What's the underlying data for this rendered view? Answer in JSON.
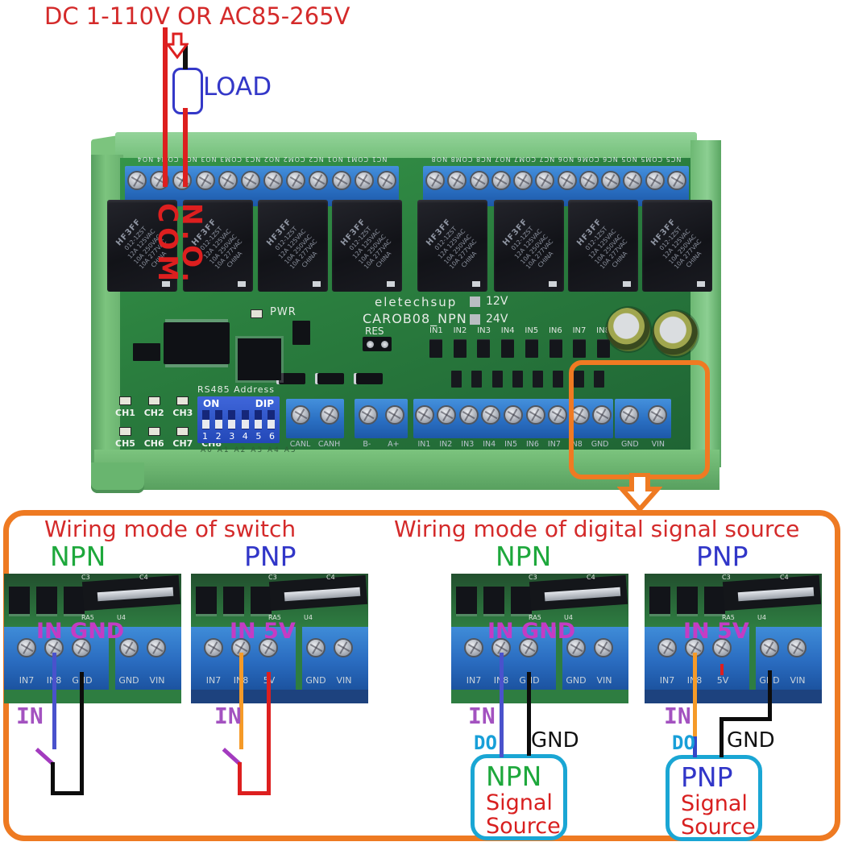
{
  "top": {
    "supply_label": "DC 1-110V OR AC85-265V",
    "load_label": "LOAD",
    "com_label": "COM",
    "no_label": "N.O."
  },
  "board": {
    "brand": "eletechsup",
    "model": "CAROB08_NPN",
    "voltage_options": [
      "12V",
      "24V"
    ],
    "pwr_label": "PWR",
    "res_label": "RES",
    "top_terminal_silk_left": "NC1 COM1 NO1 NC2 COM2 NO2 NC3 COM3 NO3 NC4 COM4 NO4",
    "top_terminal_silk_right": "NC5 COM5 NO5 NC6 COM6 NO6 NC7 COM7 NO7 NC8 COM8 NO8",
    "relay": {
      "brand": "HF3FF",
      "model": "012-1ZST",
      "rating1": "12A 125VAC",
      "rating2": "10A 250VAC",
      "rating3": "10A 277VAC",
      "origin": "CHINA"
    },
    "input_channels": [
      "IN1",
      "IN2",
      "IN3",
      "IN4",
      "IN5",
      "IN6",
      "IN7",
      "IN8"
    ],
    "channel_leds": [
      "CH1",
      "CH2",
      "CH3",
      "CH4",
      "CH5",
      "CH6",
      "CH7",
      "CH8"
    ],
    "rs485_label": "RS485 Address",
    "dip": {
      "on": "ON",
      "dip": "DIP",
      "positions": [
        "1",
        "2",
        "3",
        "4",
        "5",
        "6"
      ],
      "address_bits": "A0 A1 A2 A3 A4 A5"
    },
    "bottom_groups": [
      {
        "labels": [
          "CANL",
          "CANH"
        ]
      },
      {
        "labels": [
          "B-",
          "A+"
        ]
      },
      {
        "labels": [
          "IN1",
          "IN2",
          "IN3",
          "IN4",
          "IN5",
          "IN6",
          "IN7",
          "IN8",
          "GND"
        ]
      },
      {
        "labels": [
          "GND",
          "VIN"
        ]
      }
    ],
    "crop_silk": {
      "ra": "RA5",
      "u4": "U4",
      "c3": "C3",
      "c4": "C4"
    }
  },
  "sections": {
    "left_title": "Wiring mode of switch",
    "right_title": "Wiring mode of digital signal source",
    "npn": "NPN",
    "pnp": "PNP"
  },
  "diagrams": {
    "npn_switch": {
      "overlay": "IN GND",
      "t1": "IN7",
      "t2": "IN8",
      "t3": "GND",
      "p1": "GND",
      "p2": "VIN",
      "wire_label": "IN"
    },
    "pnp_switch": {
      "overlay": "IN 5V",
      "t1": "IN7",
      "t2": "IN8",
      "t3": "5V",
      "p1": "GND",
      "p2": "VIN",
      "wire_label": "IN"
    },
    "npn_source": {
      "overlay": "IN GND",
      "t1": "IN7",
      "t2": "IN8",
      "t3": "GND",
      "p1": "GND",
      "p2": "VIN",
      "wire_label": "IN",
      "do_label": "DO",
      "gnd_label": "GND",
      "box_line1": "NPN",
      "box_line2": "Signal",
      "box_line3": "Source"
    },
    "pnp_source": {
      "overlay": "IN 5V",
      "t1": "IN7",
      "t2": "IN8",
      "t3": "5V",
      "p1": "GND",
      "p2": "VIN",
      "wire_label": "IN",
      "do_label": "DO",
      "gnd_label": "GND",
      "box_line1": "PNP",
      "box_line2": "Signal",
      "box_line3": "Source"
    }
  },
  "colors": {
    "annotation_red": "#d42a2a",
    "wire_red": "#dd1f1f",
    "load_blue": "#3438c8",
    "orange_accent": "#ee7a22",
    "overlay_magenta": "#c43cc4",
    "npn_green": "#1ea83c",
    "pnp_blue": "#3136c8",
    "do_cyan": "#189fd8",
    "in_purple": "#a352c0",
    "pcb_green": "#2a7d3e",
    "terminal_blue": "#2a6fc2"
  }
}
